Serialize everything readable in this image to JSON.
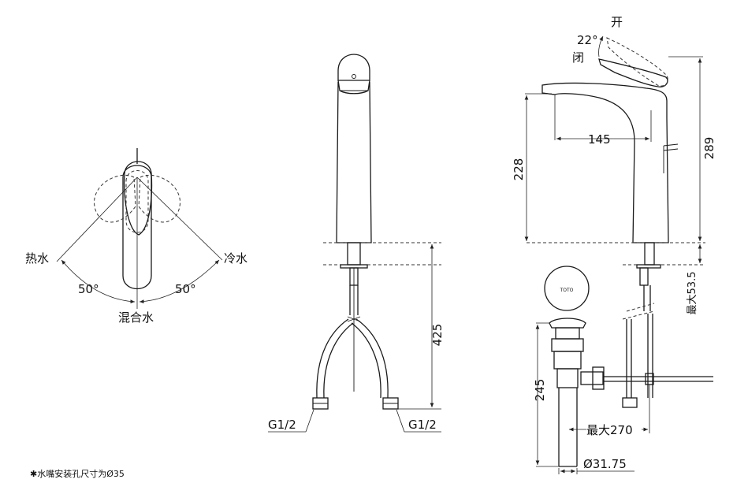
{
  "top_view": {
    "hot_label": "热水",
    "cold_label": "冷水",
    "mix_label": "混合水",
    "angle_left": "50°",
    "angle_right": "50°"
  },
  "front_view": {
    "dim_height": "425",
    "thread_left": "G1/2",
    "thread_right": "G1/2"
  },
  "side_view": {
    "open_label": "开",
    "close_label": "闭",
    "angle_handle": "22°",
    "dim_reach": "145",
    "dim_spout_height": "228",
    "dim_total_height": "289",
    "dim_max_thickness": "最大53.5",
    "dim_drain_height": "245",
    "dim_drain_reach": "最大270",
    "dim_drain_diameter": "Ø31.75",
    "drain_cap_text": "TOTO"
  },
  "footnote": "✱水嘴安装孔尺寸为Ø35"
}
